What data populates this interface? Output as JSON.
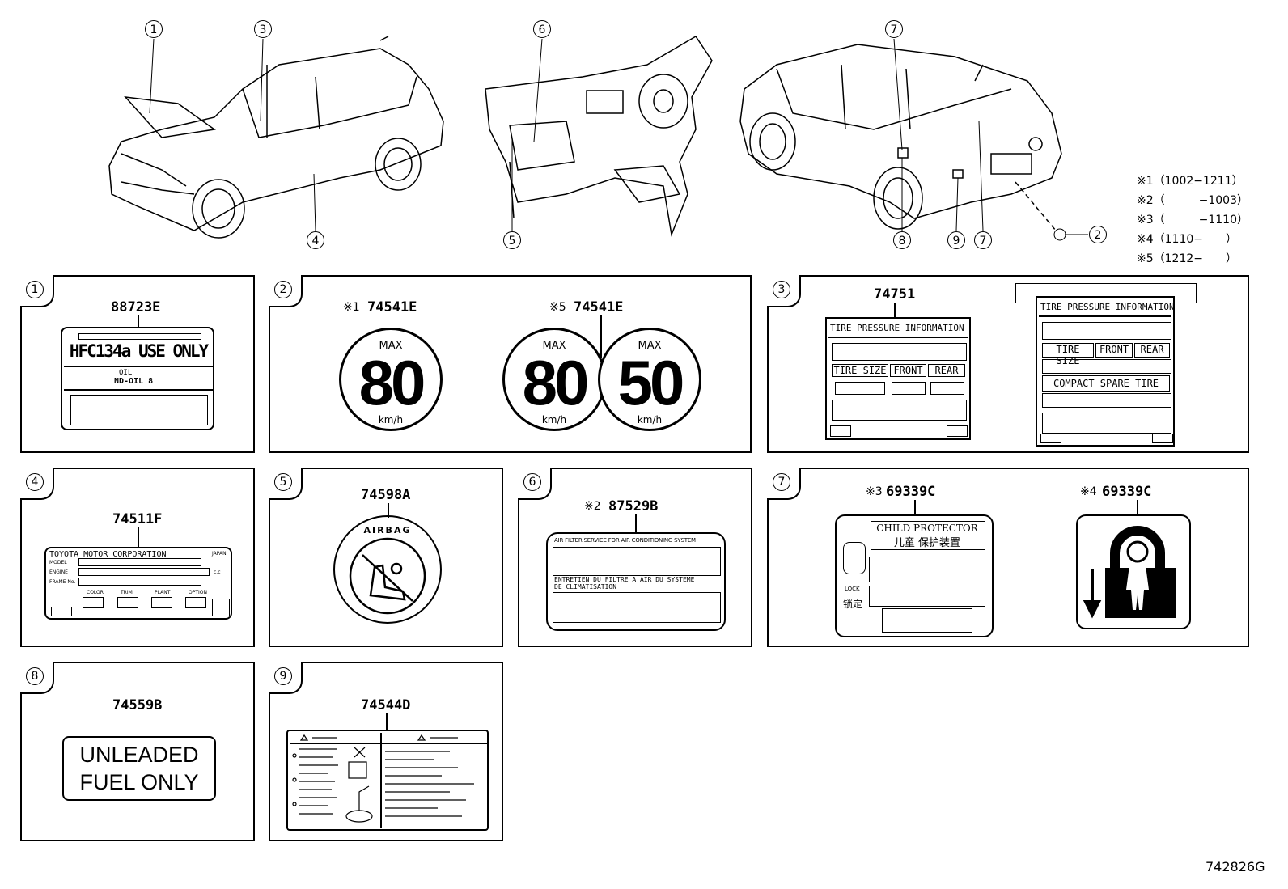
{
  "overview": {
    "callouts": [
      "1",
      "3",
      "4",
      "6",
      "5",
      "7",
      "8",
      "9",
      "7",
      "2"
    ]
  },
  "applicability": [
    "※1（1002−1211）",
    "※2（　　　−1003）",
    "※3（　　　−1110）",
    "※4（1110−　　）",
    "※5（1212−　　）"
  ],
  "panels": {
    "p1": {
      "num": "1",
      "part": "88723E",
      "label_title": "HFC134a USE ONLY",
      "oil_line1": "OIL",
      "oil_line2": "ND-OIL 8"
    },
    "p2": {
      "num": "2",
      "left_note": "※1",
      "left_part": "74541E",
      "right_note": "※5",
      "right_part": "74541E",
      "sign_max": "MAX",
      "sign_unit": "km/h",
      "speed_a": "80",
      "speed_b": "80",
      "speed_c": "50"
    },
    "p3": {
      "num": "3",
      "part": "74751",
      "tpi": "TIRE PRESSURE INFORMATION",
      "tire_size": "TIRE SIZE",
      "front": "FRONT",
      "rear": "REAR",
      "compact": "COMPACT SPARE TIRE"
    },
    "p4": {
      "num": "4",
      "part": "74511F",
      "maker": "TOYOTA MOTOR CORPORATION",
      "japan": "JAPAN",
      "model": "MODEL",
      "engine": "ENGINE",
      "frame": "FRAME No.",
      "color": "COLOR",
      "trim": "TRIM",
      "plant": "PLANT",
      "option": "OPTION",
      "cc": "c.c"
    },
    "p5": {
      "num": "5",
      "part": "74598A",
      "airbag": "AIRBAG"
    },
    "p6": {
      "num": "6",
      "note": "※2",
      "part": "87529B",
      "line1": "AIR FILTER SERVICE FOR AIR CONDITIONING SYSTEM",
      "line2": "ENTRETIEN DU FILTRE A AIR DU SYSTEME",
      "line3": "DE CLIMATISATION"
    },
    "p7": {
      "num": "7",
      "left_note": "※3",
      "left_part": "69339C",
      "right_note": "※4",
      "right_part": "69339C",
      "cp": "CHILD PROTECTOR",
      "cp_cn": "儿童 保护装置",
      "lock": "LOCK",
      "lock_cn": "锁定"
    },
    "p8": {
      "num": "8",
      "part": "74559B",
      "line1": "UNLEADED",
      "line2": "FUEL ONLY"
    },
    "p9": {
      "num": "9",
      "part": "74544D"
    }
  },
  "figure_id": "742826G"
}
